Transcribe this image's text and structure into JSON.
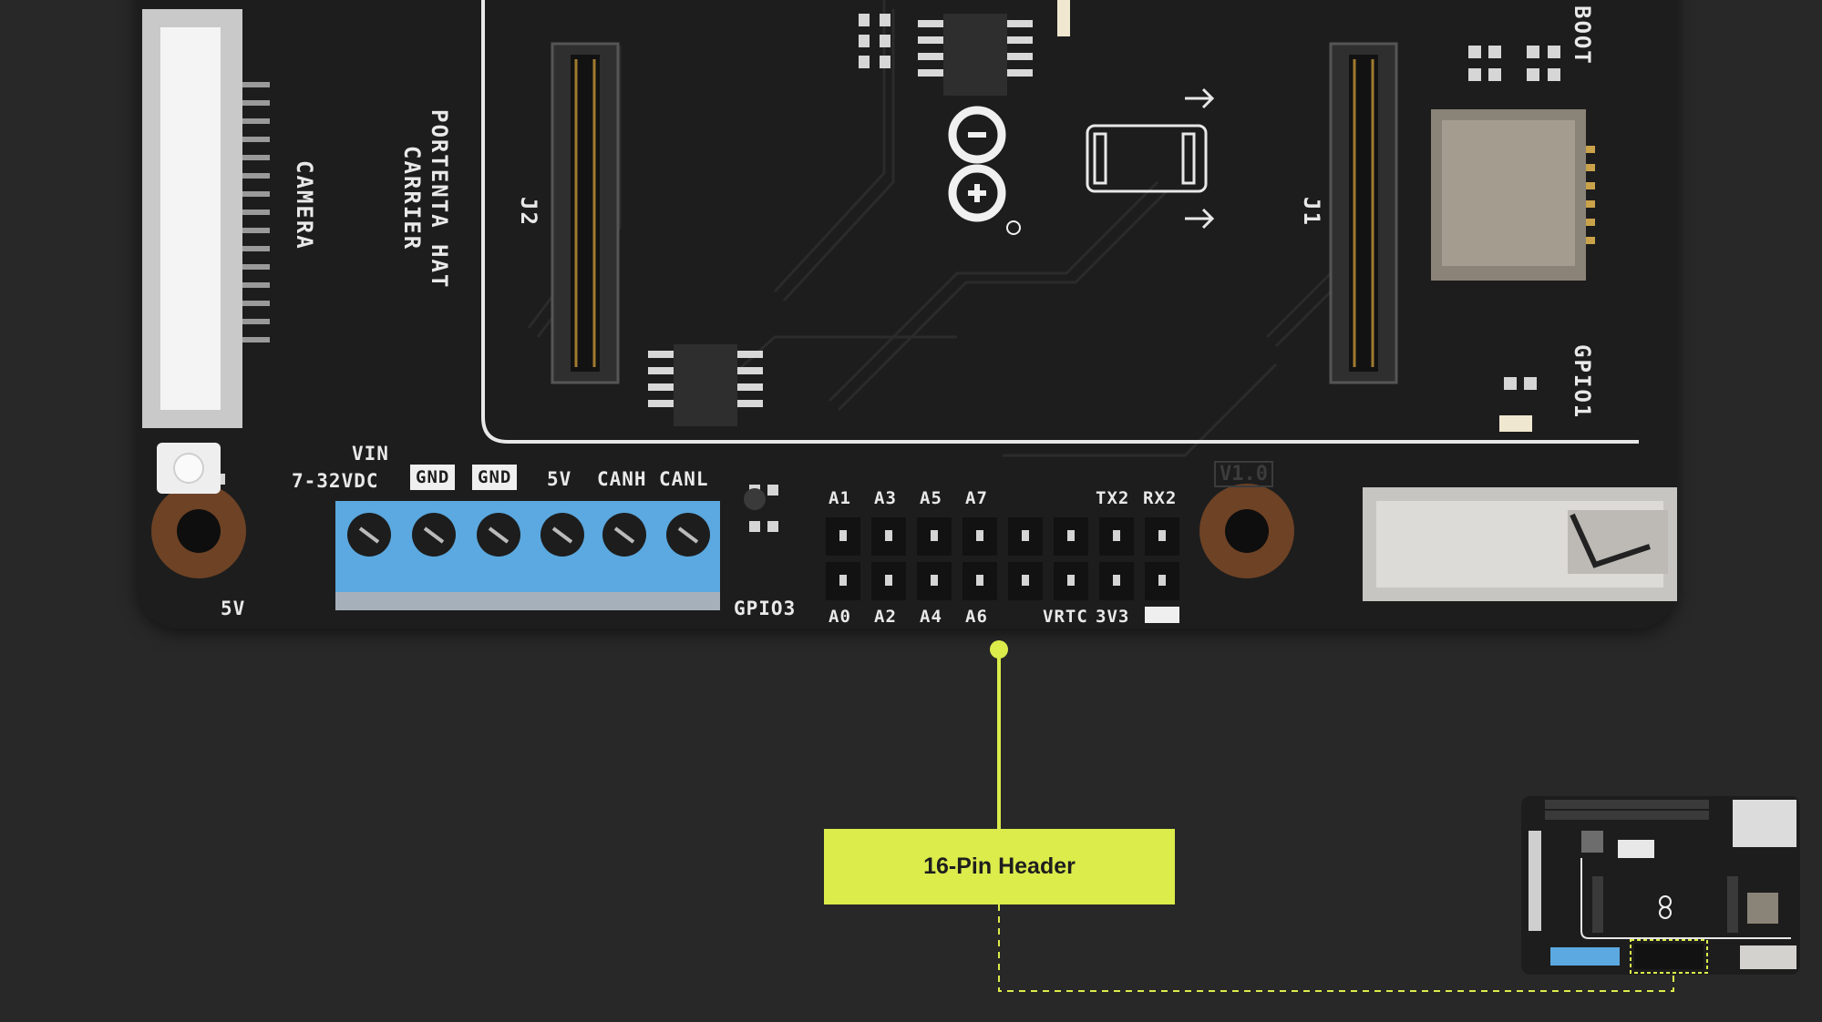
{
  "board": {
    "silkscreen": {
      "camera": "CAMERA",
      "title_line1": "PORTENTA HAT",
      "title_line2": "CARRIER",
      "j2": "J2",
      "j1": "J1",
      "boot": "BOOT",
      "gpio1": "GPIO1",
      "gpio3": "GPIO3",
      "version": "V1.0",
      "vin": "VIN",
      "vin_range": "7-32VDC",
      "five_v_left": "5V"
    },
    "terminal_labels": [
      "GND",
      "GND",
      "5V",
      "CANH",
      "CANL"
    ],
    "header_top_labels": [
      "A1",
      "A3",
      "A5",
      "A7",
      "TX2",
      "RX2"
    ],
    "header_bottom_labels": [
      "A0",
      "A2",
      "A4",
      "A6",
      "VRTC",
      "3V3"
    ]
  },
  "callout": {
    "label": "16-Pin Header",
    "color": "#dbec4b"
  },
  "thumbnail": {
    "icon": "board-overview-thumbnail-icon"
  }
}
